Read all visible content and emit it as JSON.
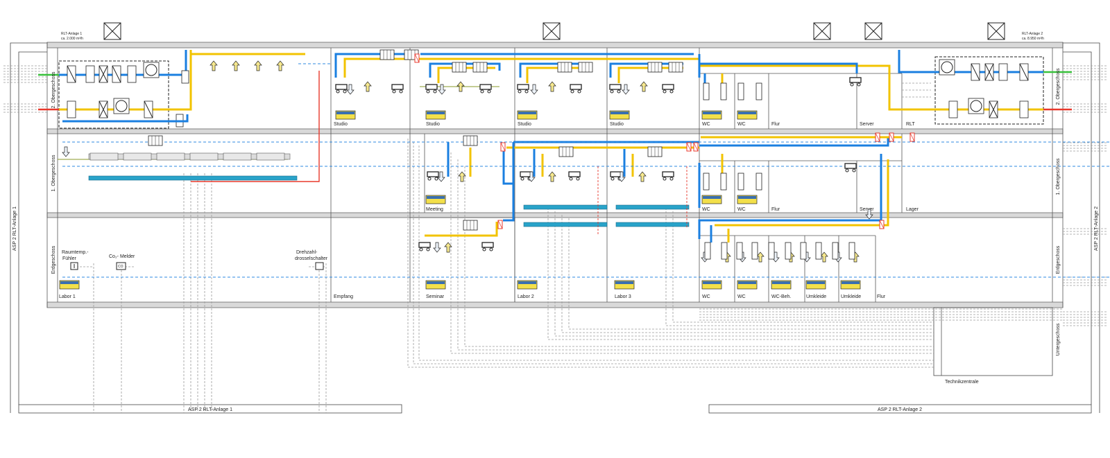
{
  "colors": {
    "supply_air": "#1a7fe0",
    "exhaust_air": "#f2c300",
    "outdoor_air": "#39c23c",
    "outgoing_air": "#e8382c",
    "control_line": "#9a9a9a",
    "slab": "#d9d9d9"
  },
  "ahu": {
    "left_title": "RLT-Anlage 1",
    "left_capacity": "ca. 2.000 m³/h",
    "right_title": "RLT-Anlage 2",
    "right_capacity": "ca. 8.950 m³/h"
  },
  "floors": {
    "og2": "2. Obergeschoss",
    "og1": "1. Obergeschoss",
    "eg": "Erdgeschoss",
    "og2_right": "2. Obergeschoss",
    "og1_right": "1. Obergeschoss",
    "eg_right": "Erdgeschoss",
    "ug_right": "Untergeschoss"
  },
  "rooms": {
    "og2": [
      "Studio",
      "Studio",
      "Studio",
      "Studio",
      "WC",
      "WC",
      "Flur",
      "Server",
      "RLT"
    ],
    "og1": [
      "Meeting",
      "WC",
      "WC",
      "Flur",
      "Server",
      "Lager"
    ],
    "eg": [
      "Labor 1",
      "Empfang",
      "Seminar",
      "Labor 2",
      "Labor 3",
      "WC",
      "WC",
      "WC-Beh.",
      "Umkleide",
      "Umkleide",
      "Flur"
    ],
    "ug": "Technikzentrale"
  },
  "legend": {
    "sensor_label_1": "Raumtemp.-",
    "sensor_label_2": "Fühler",
    "co2_label": "Co₂- Melder",
    "switch_label_1": "Drehzahl-",
    "switch_label_2": "drosselschalter"
  },
  "asp": {
    "left_bottom": "ASP 2  RLT-Anlage 1",
    "right_bottom": "ASP 2  RLT-Anlage 2",
    "left_vertical": "ASP 2  RLT-Anlage 1",
    "right_vertical": "ASP 2  RLT-Anlage 2"
  }
}
